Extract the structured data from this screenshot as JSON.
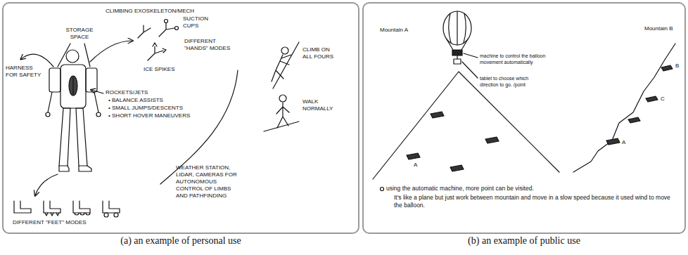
{
  "diagram": {
    "nodes": [
      {
        "text": [
          "(a) an example of personal use"
        ]
      },
      {
        "text": [
          "(b) an example of public use"
        ]
      }
    ],
    "labels": [
      "CLIMBING EXOSKELETON/MECH",
      "STORAGE SPACE",
      "HARNESS FOR SAFETY",
      "ROCKETS/JETS",
      "• BALANCE ASSISTS",
      "• SMALL JUMPS/DESCENTS",
      "• SHORT HOVER MANEUVERS",
      "SUCTION CUPS",
      "DIFFERENT \"HANDS\" MODES",
      "ICE SPIKES",
      "CLIMB ON ALL FOURS",
      "WALK NORMALLY",
      "WEATHER STATION, LIDAR, CAMERAS FOR AUTONOMOUS CONTROL OF LIMBS AND PATHFINDING",
      "DIFFERENT \"FEET\" MODES",
      "Mountain A",
      "machine to control the balloon movement automatically",
      "tablet to choose which direction to go. /point",
      "Mountain B",
      "A",
      "A",
      "B",
      "C",
      "using the automatic machine, more point can be visited.",
      "It's like a plane but just work between mountain and move in a slow speed because it used wind to move the balloon."
    ]
  }
}
